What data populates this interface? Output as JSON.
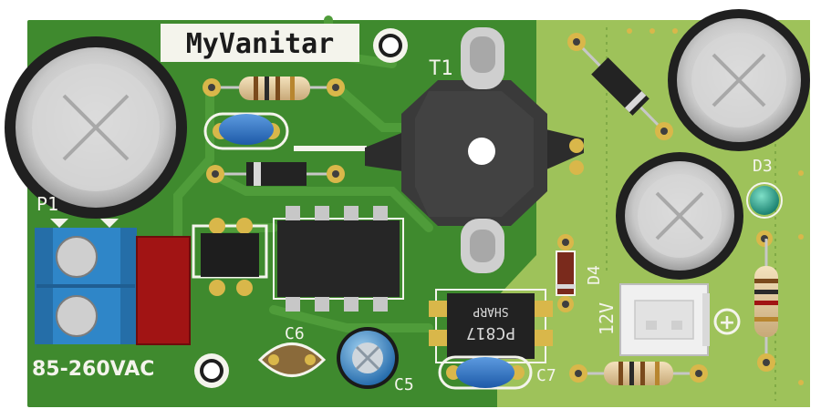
{
  "board": {
    "logo_text": "MyVanitar",
    "input_label": "85-260VAC",
    "output_label": "12V",
    "plus_symbol": "+"
  },
  "designators": {
    "p1": "P1",
    "t1": "T1",
    "d3": "D3",
    "d4": "D4",
    "c5": "C5",
    "c6": "C6",
    "c7": "C7"
  },
  "ic_marking": {
    "line1": "PC817",
    "line2": "SHARP"
  },
  "colors": {
    "pcb_dark": "#3f8a2e",
    "pcb_light": "#9ec25a",
    "silkscreen": "#f4f4ec",
    "terminal_blue": "#2f86c8",
    "fuse_red": "#a11414",
    "transformer": "#3a3a3a",
    "pad_gold": "#d9b74a"
  }
}
